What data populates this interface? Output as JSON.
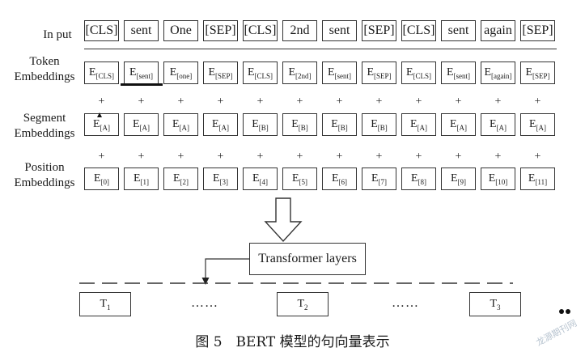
{
  "rows": {
    "input": {
      "label": "In put"
    },
    "token": {
      "label_line1": "Token",
      "label_line2": "Embeddings"
    },
    "segment": {
      "label_line1": "Segment",
      "label_line2": "Embeddings"
    },
    "position": {
      "label_line1": "Position",
      "label_line2": "Embeddings"
    }
  },
  "input_tokens": [
    "[CLS]",
    "sent",
    "One",
    "[SEP]",
    "[CLS]",
    "2nd",
    "sent",
    "[SEP]",
    "[CLS]",
    "sent",
    "again",
    "[SEP]"
  ],
  "embedding_letter": "E",
  "token_embedding_subscripts": [
    "[CLS]",
    "[sent]",
    "[one]",
    "[SEP]",
    "[CLS]",
    "[2nd]",
    "[sent]",
    "[SEP]",
    "[CLS]",
    "[sent]",
    "[again]",
    "[SEP]"
  ],
  "segment_embedding_subscripts": [
    "[A]",
    "[A]",
    "[A]",
    "[A]",
    "[B]",
    "[B]",
    "[B]",
    "[B]",
    "[A]",
    "[A]",
    "[A]",
    "[A]"
  ],
  "position_embedding_subscripts": [
    "[0]",
    "[1]",
    "[2]",
    "[3]",
    "[4]",
    "[5]",
    "[6]",
    "[7]",
    "[8]",
    "[9]",
    "[10]",
    "[11]"
  ],
  "plus_symbol": "+",
  "transformer": {
    "label": "Transformer layers"
  },
  "outputs": {
    "boxes": [
      {
        "letter": "T",
        "sub": "1"
      },
      {
        "letter": "T",
        "sub": "2"
      },
      {
        "letter": "T",
        "sub": "3"
      }
    ],
    "ellipsis": "……"
  },
  "caption": "图 5　BERT 模型的句向量表示",
  "watermark": "龙源期刊网"
}
